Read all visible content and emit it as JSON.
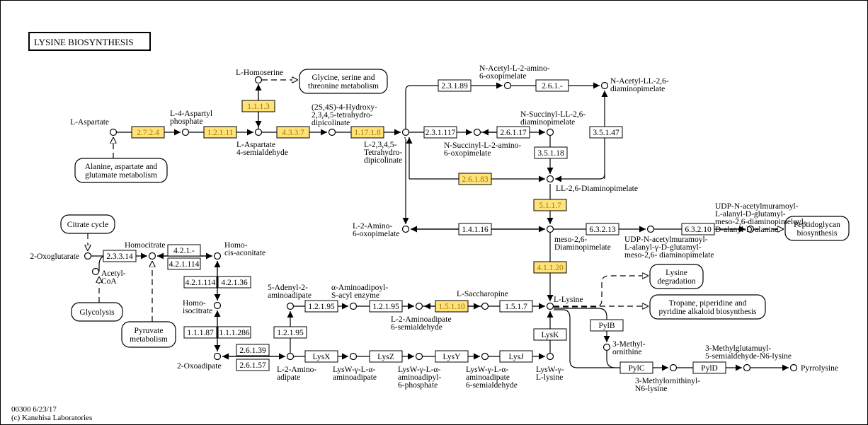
{
  "title": "LYSINE  BIOSYNTHESIS",
  "footer": {
    "line1": "00300 6/23/17",
    "line2": "(c) Kanehisa Laboratories"
  },
  "colors": {
    "highlight_fill": "#ffe279",
    "highlight_stroke": "#b58c00",
    "highlight_text": "#a07a00",
    "line": "#000000"
  },
  "enzymes": [
    {
      "id": "e1",
      "label": "2.7.2.4",
      "hl": true
    },
    {
      "id": "e2",
      "label": "1.2.1.11",
      "hl": true
    },
    {
      "id": "e3",
      "label": "1.1.1.3",
      "hl": true
    },
    {
      "id": "e4",
      "label": "4.3.3.7",
      "hl": true
    },
    {
      "id": "e5",
      "label": "1.17.1.8",
      "hl": true
    },
    {
      "id": "e6",
      "label": "2.3.1.89",
      "hl": false
    },
    {
      "id": "e7",
      "label": "2.6.1.-",
      "hl": false
    },
    {
      "id": "e8",
      "label": "2.3.1.117",
      "hl": false
    },
    {
      "id": "e9",
      "label": "2.6.1.17",
      "hl": false
    },
    {
      "id": "e10",
      "label": "3.5.1.18",
      "hl": false
    },
    {
      "id": "e11",
      "label": "3.5.1.47",
      "hl": false
    },
    {
      "id": "e12",
      "label": "2.6.1.83",
      "hl": true
    },
    {
      "id": "e13",
      "label": "5.1.1.7",
      "hl": true
    },
    {
      "id": "e14",
      "label": "1.4.1.16",
      "hl": false
    },
    {
      "id": "e15",
      "label": "6.3.2.13",
      "hl": false
    },
    {
      "id": "e16",
      "label": "6.3.2.10",
      "hl": false
    },
    {
      "id": "e17",
      "label": "4.1.1.20",
      "hl": true
    },
    {
      "id": "e18",
      "label": "2.3.3.14",
      "hl": false
    },
    {
      "id": "e19",
      "label": "4.2.1.-",
      "hl": false
    },
    {
      "id": "e20",
      "label": "4.2.1.114",
      "hl": false
    },
    {
      "id": "e21",
      "label": "4.2.1.114",
      "hl": false
    },
    {
      "id": "e22",
      "label": "4.2.1.36",
      "hl": false
    },
    {
      "id": "e23",
      "label": "1.1.1.87",
      "hl": false
    },
    {
      "id": "e24",
      "label": "1.1.1.286",
      "hl": false
    },
    {
      "id": "e25",
      "label": "2.6.1.39",
      "hl": false
    },
    {
      "id": "e26",
      "label": "2.6.1.57",
      "hl": false
    },
    {
      "id": "e27",
      "label": "1.2.1.95",
      "hl": false
    },
    {
      "id": "e28",
      "label": "1.2.1.95",
      "hl": false
    },
    {
      "id": "e29",
      "label": "1.2.1.95",
      "hl": false
    },
    {
      "id": "e30",
      "label": "1.5.1.10",
      "hl": true
    },
    {
      "id": "e31",
      "label": "1.5.1.7",
      "hl": false
    },
    {
      "id": "e32",
      "label": "LysX",
      "hl": false
    },
    {
      "id": "e33",
      "label": "LysZ",
      "hl": false
    },
    {
      "id": "e34",
      "label": "LysY",
      "hl": false
    },
    {
      "id": "e35",
      "label": "LysJ",
      "hl": false
    },
    {
      "id": "e36",
      "label": "LysK",
      "hl": false
    },
    {
      "id": "e37",
      "label": "PylB",
      "hl": false
    },
    {
      "id": "e38",
      "label": "PylC",
      "hl": false
    },
    {
      "id": "e39",
      "label": "PylD",
      "hl": false
    }
  ],
  "maps": [
    {
      "id": "m1",
      "lines": [
        "Glycine, serine and",
        "threonine metabolism"
      ]
    },
    {
      "id": "m2",
      "lines": [
        "Alanine, aspartate and",
        "glutamate metabolism"
      ]
    },
    {
      "id": "m3",
      "lines": [
        "Peptidoglycan",
        "biosynthesis"
      ]
    },
    {
      "id": "m4",
      "lines": [
        "Citrate cycle"
      ]
    },
    {
      "id": "m5",
      "lines": [
        "Glycolysis"
      ]
    },
    {
      "id": "m6",
      "lines": [
        "Pyruvate",
        "metabolism"
      ]
    },
    {
      "id": "m7",
      "lines": [
        "Lysine",
        "degradation"
      ]
    },
    {
      "id": "m8",
      "lines": [
        "Tropane, piperidine and",
        "pyridine alkaloid biosynthesis"
      ]
    }
  ],
  "compounds": [
    {
      "id": "c1",
      "lines": [
        "L-Aspartate"
      ]
    },
    {
      "id": "c2",
      "lines": [
        "L-4-Aspartyl",
        "phosphate"
      ]
    },
    {
      "id": "c3",
      "lines": [
        "L-Aspartate",
        "4-semialdehyde"
      ]
    },
    {
      "id": "c4",
      "lines": [
        "L-Homoserine"
      ]
    },
    {
      "id": "c5",
      "lines": [
        "(2S,4S)-4-Hydroxy-",
        "2,3,4,5-tetrahydro-",
        "dipicolinate"
      ]
    },
    {
      "id": "c6",
      "lines": [
        "L-2,3,4,5-",
        "Tetrahydro-",
        "dipicolinate"
      ]
    },
    {
      "id": "c7",
      "lines": [
        "N-Acetyl-L-2-amino-",
        "6-oxopimelate"
      ]
    },
    {
      "id": "c8",
      "lines": [
        "N-Acetyl-LL-2,6-",
        "diaminopimelate"
      ]
    },
    {
      "id": "c9",
      "lines": [
        "N-Succinyl-L-2-amino-",
        "6-oxopimelate"
      ]
    },
    {
      "id": "c10",
      "lines": [
        "N-Succinyl-LL-2,6-",
        "diaminopimelate"
      ]
    },
    {
      "id": "c11",
      "lines": [
        "LL-2,6-Diaminopimelate"
      ]
    },
    {
      "id": "c12",
      "lines": [
        "L-2-Amino-",
        "6-oxopimelate"
      ]
    },
    {
      "id": "c13",
      "lines": [
        "meso-2,6-",
        "Diaminopimelate"
      ]
    },
    {
      "id": "c14",
      "lines": [
        "UDP-N-acetylmuramoyl-",
        "L-alanyl-γ-D-glutamyl-",
        "meso-2,6- diaminopimelate"
      ]
    },
    {
      "id": "c15",
      "lines": [
        "UDP-N-acetylmuramoyl-",
        "L-alanyl-D-glutamyl-",
        "meso-2,6-diaminopimeloyl-",
        "D-alanyl-D-alanine"
      ]
    },
    {
      "id": "c16",
      "lines": [
        "2-Oxoglutarate"
      ]
    },
    {
      "id": "c17",
      "lines": [
        "Acetyl-",
        "CoA"
      ]
    },
    {
      "id": "c18",
      "lines": [
        "Homocitrate"
      ]
    },
    {
      "id": "c19",
      "lines": [
        "Homo-",
        "cis-aconitate"
      ]
    },
    {
      "id": "c20",
      "lines": [
        "Homo-",
        "isocitrate"
      ]
    },
    {
      "id": "c21",
      "lines": [
        "2-Oxoadipate"
      ]
    },
    {
      "id": "c22",
      "lines": [
        "L-2-Amino-",
        "adipate"
      ]
    },
    {
      "id": "c23",
      "lines": [
        "5-Adenyl-2-",
        "aminoadipate"
      ]
    },
    {
      "id": "c24",
      "lines": [
        "α-Aminoadipoyl-",
        "S-acyl enzyme"
      ]
    },
    {
      "id": "c25",
      "lines": [
        "L-2-Aminoadipate",
        "6-semialdehyde"
      ]
    },
    {
      "id": "c26",
      "lines": [
        "L-Saccharopine"
      ]
    },
    {
      "id": "c27",
      "lines": [
        "L-Lysine"
      ]
    },
    {
      "id": "c28",
      "lines": [
        "LysW-γ-L-α-",
        "aminoadipate"
      ]
    },
    {
      "id": "c29",
      "lines": [
        "LysW-γ-L-α-",
        "aminoadipyl-",
        "6-phosphate"
      ]
    },
    {
      "id": "c30",
      "lines": [
        "LysW-γ-L-α-",
        "aminoadipate",
        "6-semialdehyde"
      ]
    },
    {
      "id": "c31",
      "lines": [
        "LysW-γ-",
        "L-lysine"
      ]
    },
    {
      "id": "c32",
      "lines": [
        "3-Methyl-",
        "ornithine"
      ]
    },
    {
      "id": "c33",
      "lines": [
        "3-Methylornithinyl-",
        "N6-lysine"
      ]
    },
    {
      "id": "c34",
      "lines": [
        "3-Methylglutamuyl-",
        "5-semialdehyde-N6-lysine"
      ]
    },
    {
      "id": "c35",
      "lines": [
        "Pyrrolysine"
      ]
    }
  ]
}
